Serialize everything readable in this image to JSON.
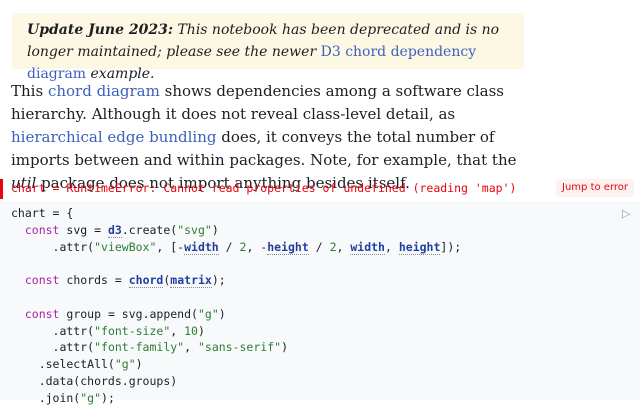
{
  "notice": {
    "label": "Update June 2023:",
    "text1": " This notebook has been deprecated and is no longer maintained; please see the newer ",
    "link": "D3 chord dependency diagram",
    "text2": " example."
  },
  "prose": {
    "p1": "This ",
    "link1": "chord diagram",
    "p2": " shows dependencies among a software class hierarchy. Although it does not reveal class-level detail, as ",
    "link2": "hierarchical edge bundling",
    "p3": " does, it conveys the total number of imports between and within packages. Note, for example, that the ",
    "em": "util",
    "p4": " package does not import anything besides itself."
  },
  "error": {
    "message": "chart = RuntimeError: Cannot read properties of undefined (reading 'map')",
    "jump_label": "Jump to error"
  },
  "code": {
    "run_icon": "play-icon",
    "lines": {
      "l1a": "chart = {",
      "l2kw": "const",
      "l2a": " svg = ",
      "l2ref": "d3",
      "l2b": ".create(",
      "l2s": "\"svg\"",
      "l2c": ")",
      "l3a": "      .attr(",
      "l3s": "\"viewBox\"",
      "l3b": ", [-",
      "l3r1": "width",
      "l3c": " / ",
      "l3n1": "2",
      "l3d": ", -",
      "l3r2": "height",
      "l3e": " / ",
      "l3n2": "2",
      "l3f": ", ",
      "l3r3": "width",
      "l3g": ", ",
      "l3r4": "height",
      "l3h": "]);",
      "l5kw": "const",
      "l5a": " chords = ",
      "l5r1": "chord",
      "l5b": "(",
      "l5r2": "matrix",
      "l5c": ");",
      "l7kw": "const",
      "l7a": " group = svg.append(",
      "l7s": "\"g\"",
      "l7b": ")",
      "l8a": "      .attr(",
      "l8s": "\"font-size\"",
      "l8b": ", ",
      "l8n": "10",
      "l8c": ")",
      "l9a": "      .attr(",
      "l9s1": "\"font-family\"",
      "l9b": ", ",
      "l9s2": "\"sans-serif\"",
      "l9c": ")",
      "l10a": "    .selectAll(",
      "l10s": "\"g\"",
      "l10b": ")",
      "l11a": "    .data(chords.groups)",
      "l12a": "    .join(",
      "l12s": "\"g\"",
      "l12b": ");"
    }
  }
}
